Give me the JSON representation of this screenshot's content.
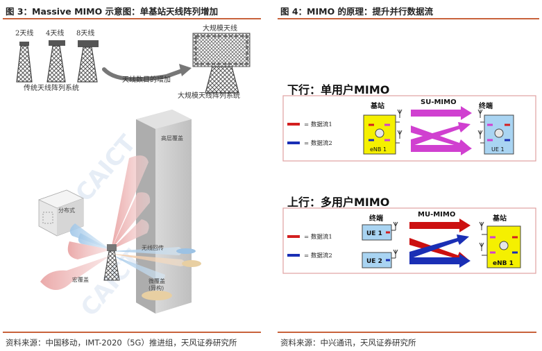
{
  "left": {
    "title": "图 3：Massive MIMO 示意图：单基站天线阵列增加",
    "top_diagram": {
      "antenna_labels": [
        "2天线",
        "4天线",
        "8天线"
      ],
      "traditional_label": "传统天线阵列系统",
      "increase_label": "天线数目的增加",
      "massive_label": "大规模天线",
      "massive_system_label": "大规模天线阵列系统"
    },
    "scene": {
      "building_label": "高层覆盖",
      "distributed_label": "分布式",
      "macro_label": "宏覆盖",
      "wireless_backhaul_label": "无线回传",
      "micro_label": "微覆盖",
      "hetero_label": "(异构)",
      "watermark": "CAICT"
    },
    "source": "资料来源：中国移动，IMT-2020（5G）推进组，天风证券研究所"
  },
  "right": {
    "title": "图 4：MIMO 的原理：提升并行数据流",
    "downlink": {
      "heading": "下行：单用户MIMO",
      "scheme": "SU-MIMO",
      "left_node_title": "基站",
      "left_node_label": "eNB 1",
      "right_node_title": "终端",
      "right_node_label": "UE 1",
      "legend": [
        "= 数据流1",
        "= 数据流2"
      ]
    },
    "uplink": {
      "heading": "上行：多用户MIMO",
      "scheme": "MU-MIMO",
      "left_node_title": "终端",
      "ue_labels": [
        "UE 1",
        "UE 2"
      ],
      "right_node_title": "基站",
      "right_node_label": "eNB 1",
      "legend": [
        "= 数据流1",
        "= 数据流2"
      ]
    },
    "source": "资料来源：中兴通讯，天风证券研究所"
  },
  "colors": {
    "rule": "#c8623a",
    "stream1": "#d31f1f",
    "stream2": "#1a2fb5",
    "arrow_magenta": "#d040d0",
    "arrow_dark_red": "#cc1010",
    "station_yellow": "#f5f000",
    "terminal_blue": "#a9d4f2",
    "frame_border": "#e0a0a0"
  }
}
